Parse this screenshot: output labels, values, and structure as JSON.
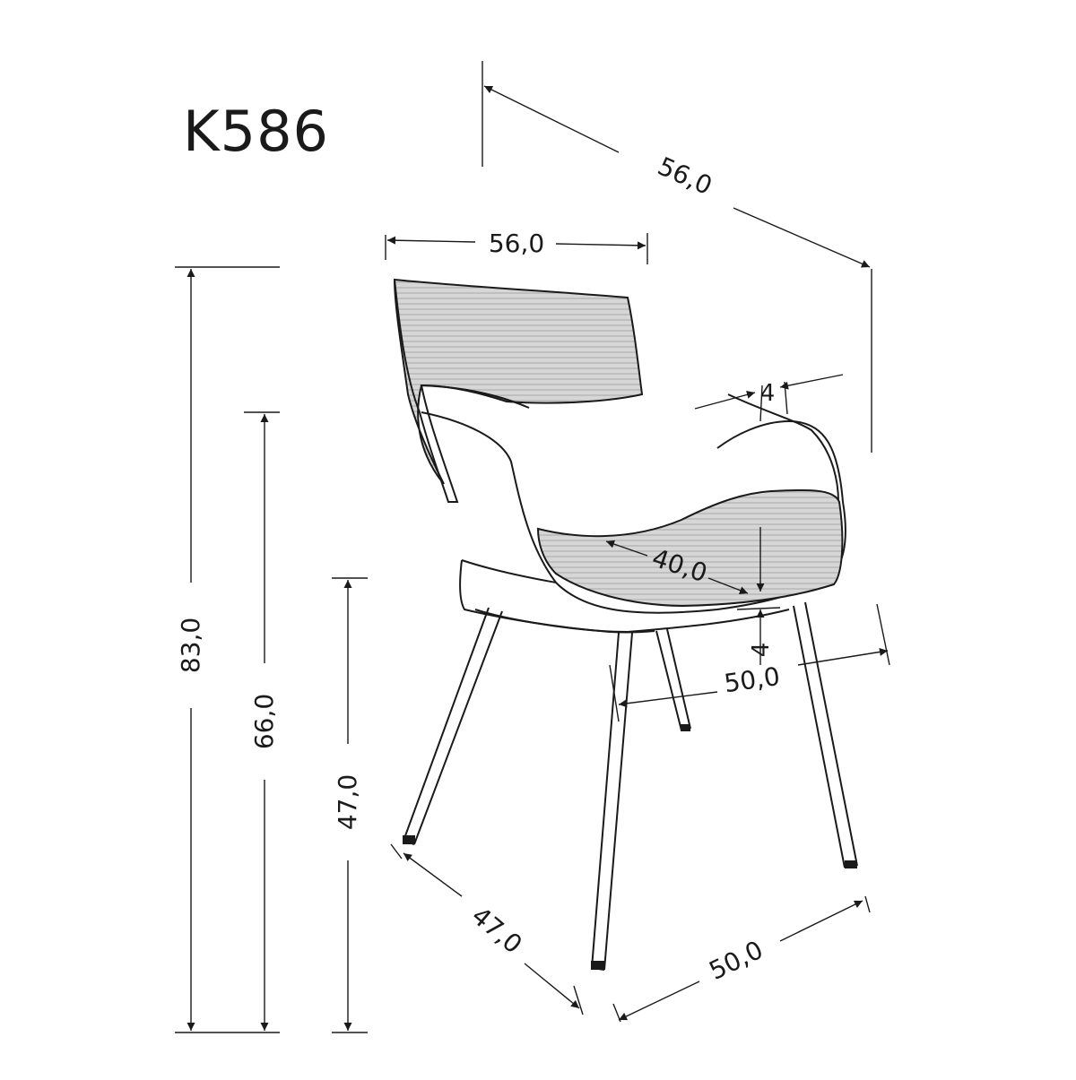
{
  "model": "K586",
  "dimensions": {
    "total_depth_top": "56,0",
    "back_width": "56,0",
    "armrest_thickness": "4",
    "total_height": "83,0",
    "armrest_height": "66,0",
    "seat_height": "47,0",
    "seat_depth": "40,0",
    "seat_thickness": "4",
    "seat_width": "50,0",
    "base_depth": "47,0",
    "base_width": "50,0"
  },
  "colors": {
    "line": "#1a1a1a",
    "upholstery": "#d4d4d4",
    "upholstery_lines": "#a8a8a8"
  }
}
